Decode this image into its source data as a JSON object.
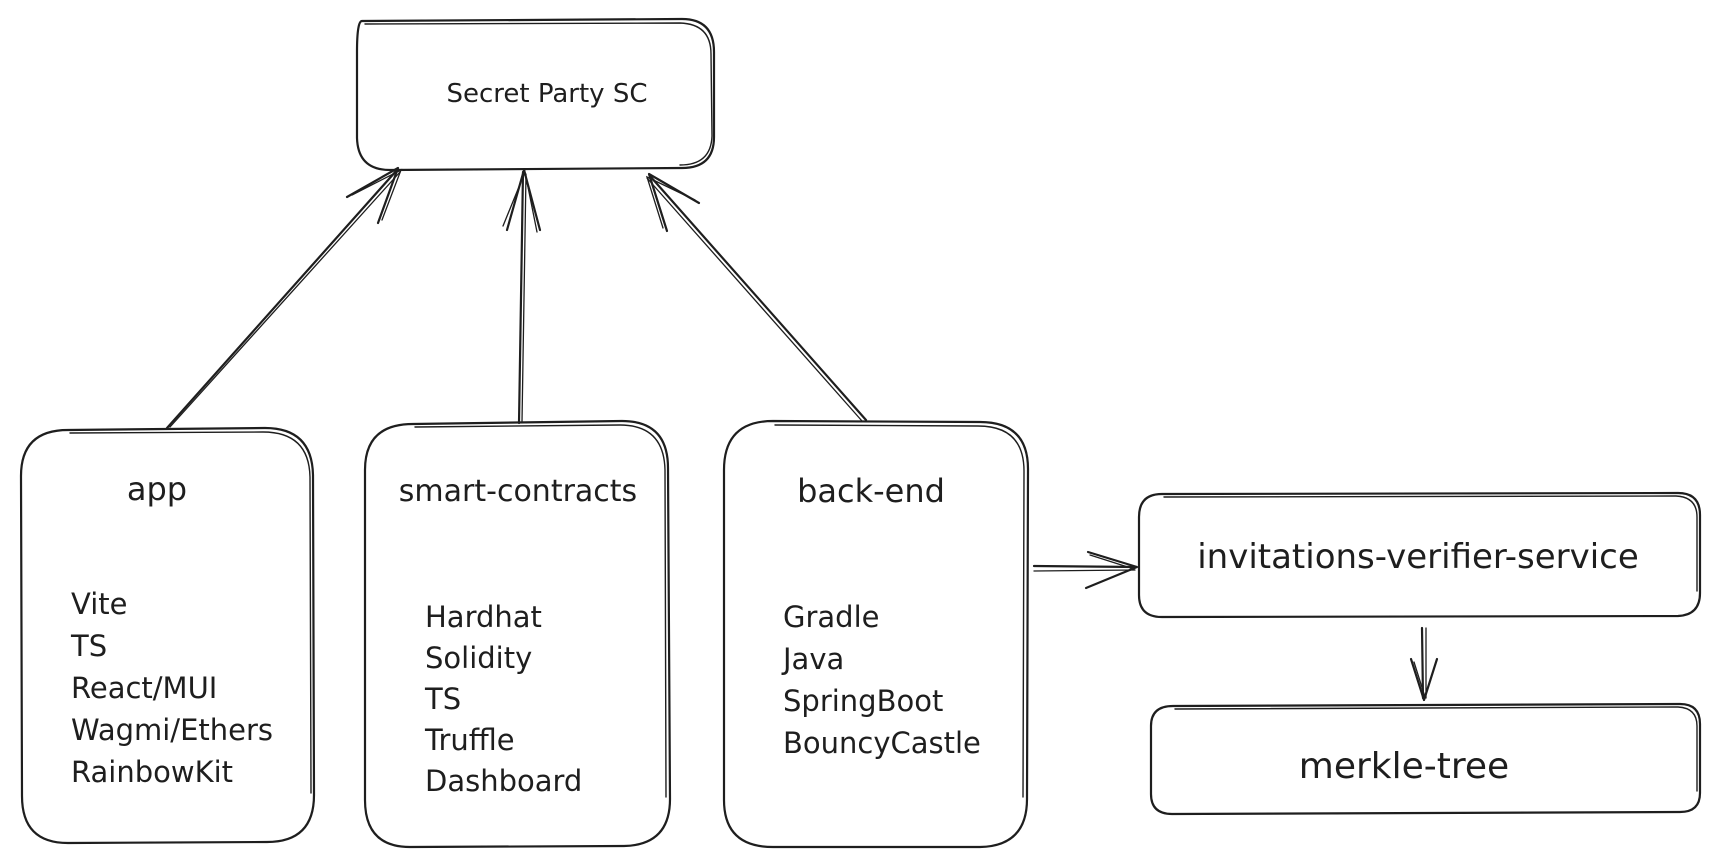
{
  "nodes": {
    "secret_party_sc": {
      "title": "Secret Party SC"
    },
    "app": {
      "title": "app",
      "items": [
        "Vite",
        "TS",
        "React/MUI",
        "Wagmi/Ethers",
        "RainbowKit"
      ]
    },
    "smart_contracts": {
      "title": "smart-contracts",
      "items": [
        "Hardhat",
        "Solidity",
        "TS",
        "Truffle",
        "Dashboard"
      ]
    },
    "back_end": {
      "title": "back-end",
      "items": [
        "Gradle",
        "Java",
        "SpringBoot",
        "BouncyCastle"
      ]
    },
    "invitations_verifier_service": {
      "title": "invitations-verifier-service"
    },
    "merkle_tree": {
      "title": "merkle-tree"
    }
  },
  "edges": [
    {
      "from": "app",
      "to": "secret_party_sc"
    },
    {
      "from": "smart_contracts",
      "to": "secret_party_sc"
    },
    {
      "from": "back_end",
      "to": "secret_party_sc"
    },
    {
      "from": "back_end",
      "to": "invitations_verifier_service"
    },
    {
      "from": "invitations_verifier_service",
      "to": "merkle_tree"
    }
  ]
}
